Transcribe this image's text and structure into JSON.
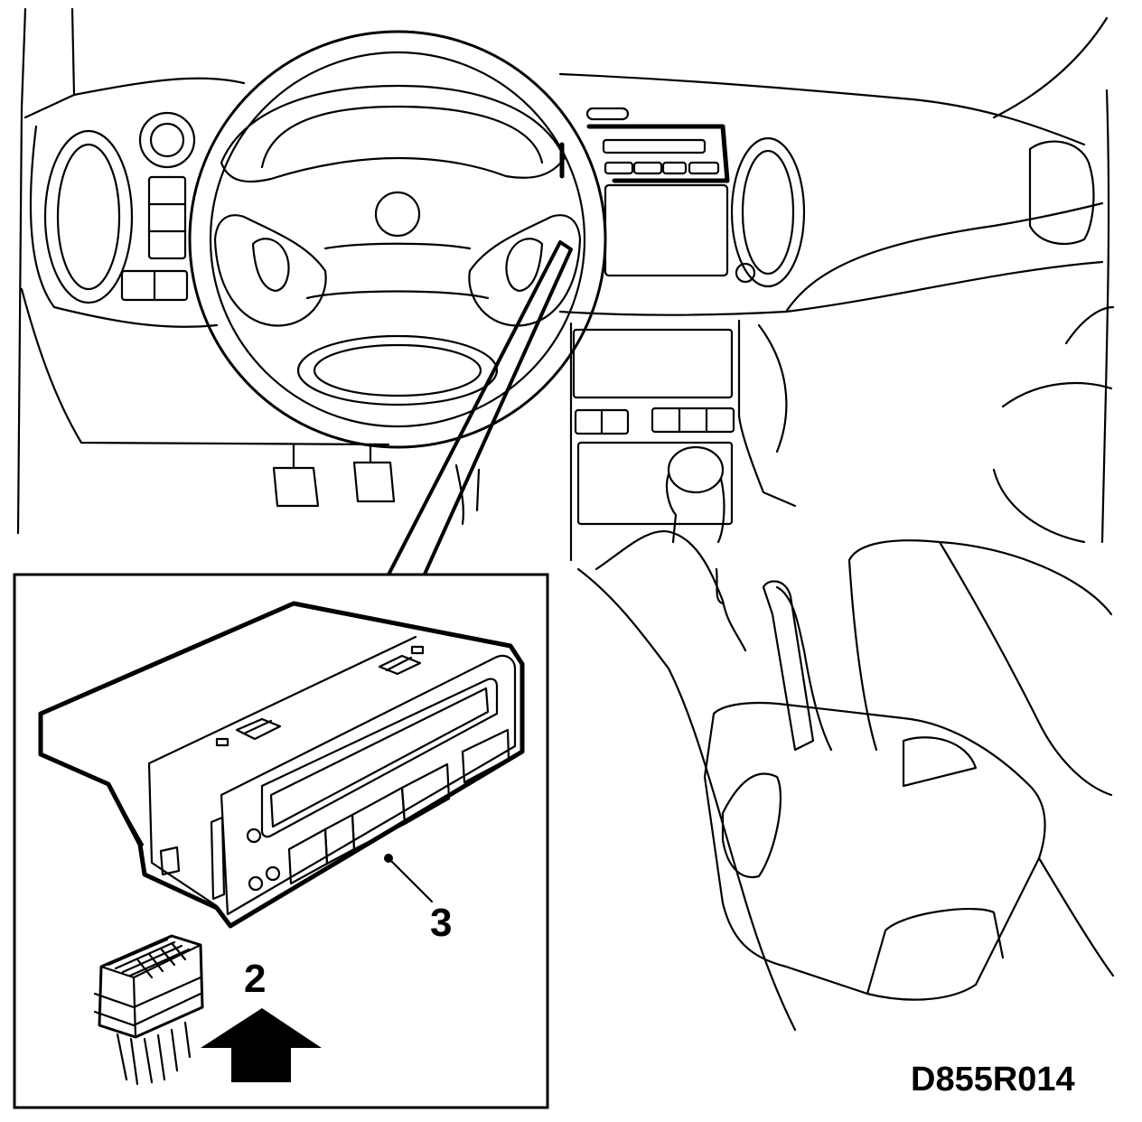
{
  "figure": {
    "drawing_id": "D855R014",
    "callouts": [
      {
        "id": "2",
        "label": "2"
      },
      {
        "id": "3",
        "label": "3"
      }
    ],
    "line_color": "#000000",
    "background_color": "#ffffff"
  }
}
